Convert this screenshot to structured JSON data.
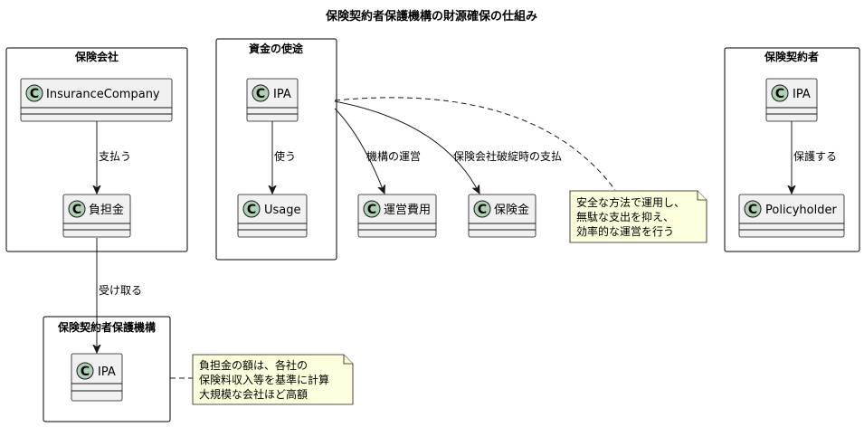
{
  "title": "保険契約者保護機構の財源確保の仕組み",
  "packages": {
    "insurer": "保険会社",
    "usage": "資金の使途",
    "policyholder": "保険契約者",
    "ipa": "保険契約者保護機構"
  },
  "classes": {
    "insurance_company": "InsuranceCompany",
    "burden": "負担金",
    "ipa_usage": "IPA",
    "usage": "Usage",
    "operating_cost": "運営費用",
    "insurance_money": "保険金",
    "ipa_holder": "IPA",
    "policyholder": "Policyholder",
    "ipa_main": "IPA"
  },
  "class_marker": "C",
  "edges": {
    "pay": "支払う",
    "use": "使う",
    "operation": "機構の運営",
    "bankruptcy_payment": "保険会社破綻時の支払",
    "protect": "保護する",
    "receive": "受け取る"
  },
  "notes": {
    "usage_note": [
      "安全な方法で運用し、",
      "無駄な支出を抑え、",
      "効率的な運営を行う"
    ],
    "ipa_note": [
      "負担金の額は、各社の",
      "保険料収入等を基準に計算",
      "大規模な会社ほど高額"
    ]
  }
}
